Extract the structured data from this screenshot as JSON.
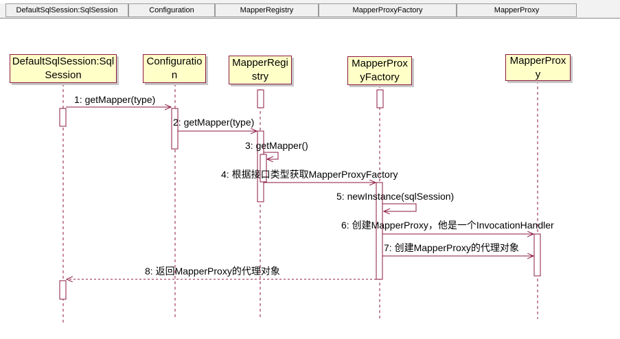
{
  "header": {
    "columns": [
      "DefaultSqlSession:SqlSession",
      "Configuration",
      "MapperRegistry",
      "MapperProxyFactory",
      "MapperProxy"
    ]
  },
  "objects": [
    "DefaultSqlSession:SqlSession",
    "Configuration",
    "MapperRegistry",
    "MapperProxyFactory",
    "MapperProxy"
  ],
  "messages": [
    {
      "label": "1: getMapper(type)",
      "from": 0,
      "to": 1
    },
    {
      "label": "2: getMapper(type)",
      "from": 1,
      "to": 2
    },
    {
      "label": "3: getMapper()",
      "from": 2,
      "to": 2
    },
    {
      "label": "4: 根据接口类型获取MapperProxyFactory",
      "from": 2,
      "to": 3
    },
    {
      "label": "5: newInstance(sqlSession)",
      "from": 3,
      "to": 3
    },
    {
      "label": "6: 创建MapperProxy，他是一个InvocationHandler",
      "from": 3,
      "to": 4
    },
    {
      "label": "7: 创建MapperProxy的代理对象",
      "from": 3,
      "to": 4
    },
    {
      "label": "8: 返回MapperProxy的代理对象",
      "from": 3,
      "to": 0
    }
  ],
  "colors": {
    "lifeline_line": "#8b1540",
    "box_fill": "#ffffc8",
    "box_border": "#8b1540"
  }
}
